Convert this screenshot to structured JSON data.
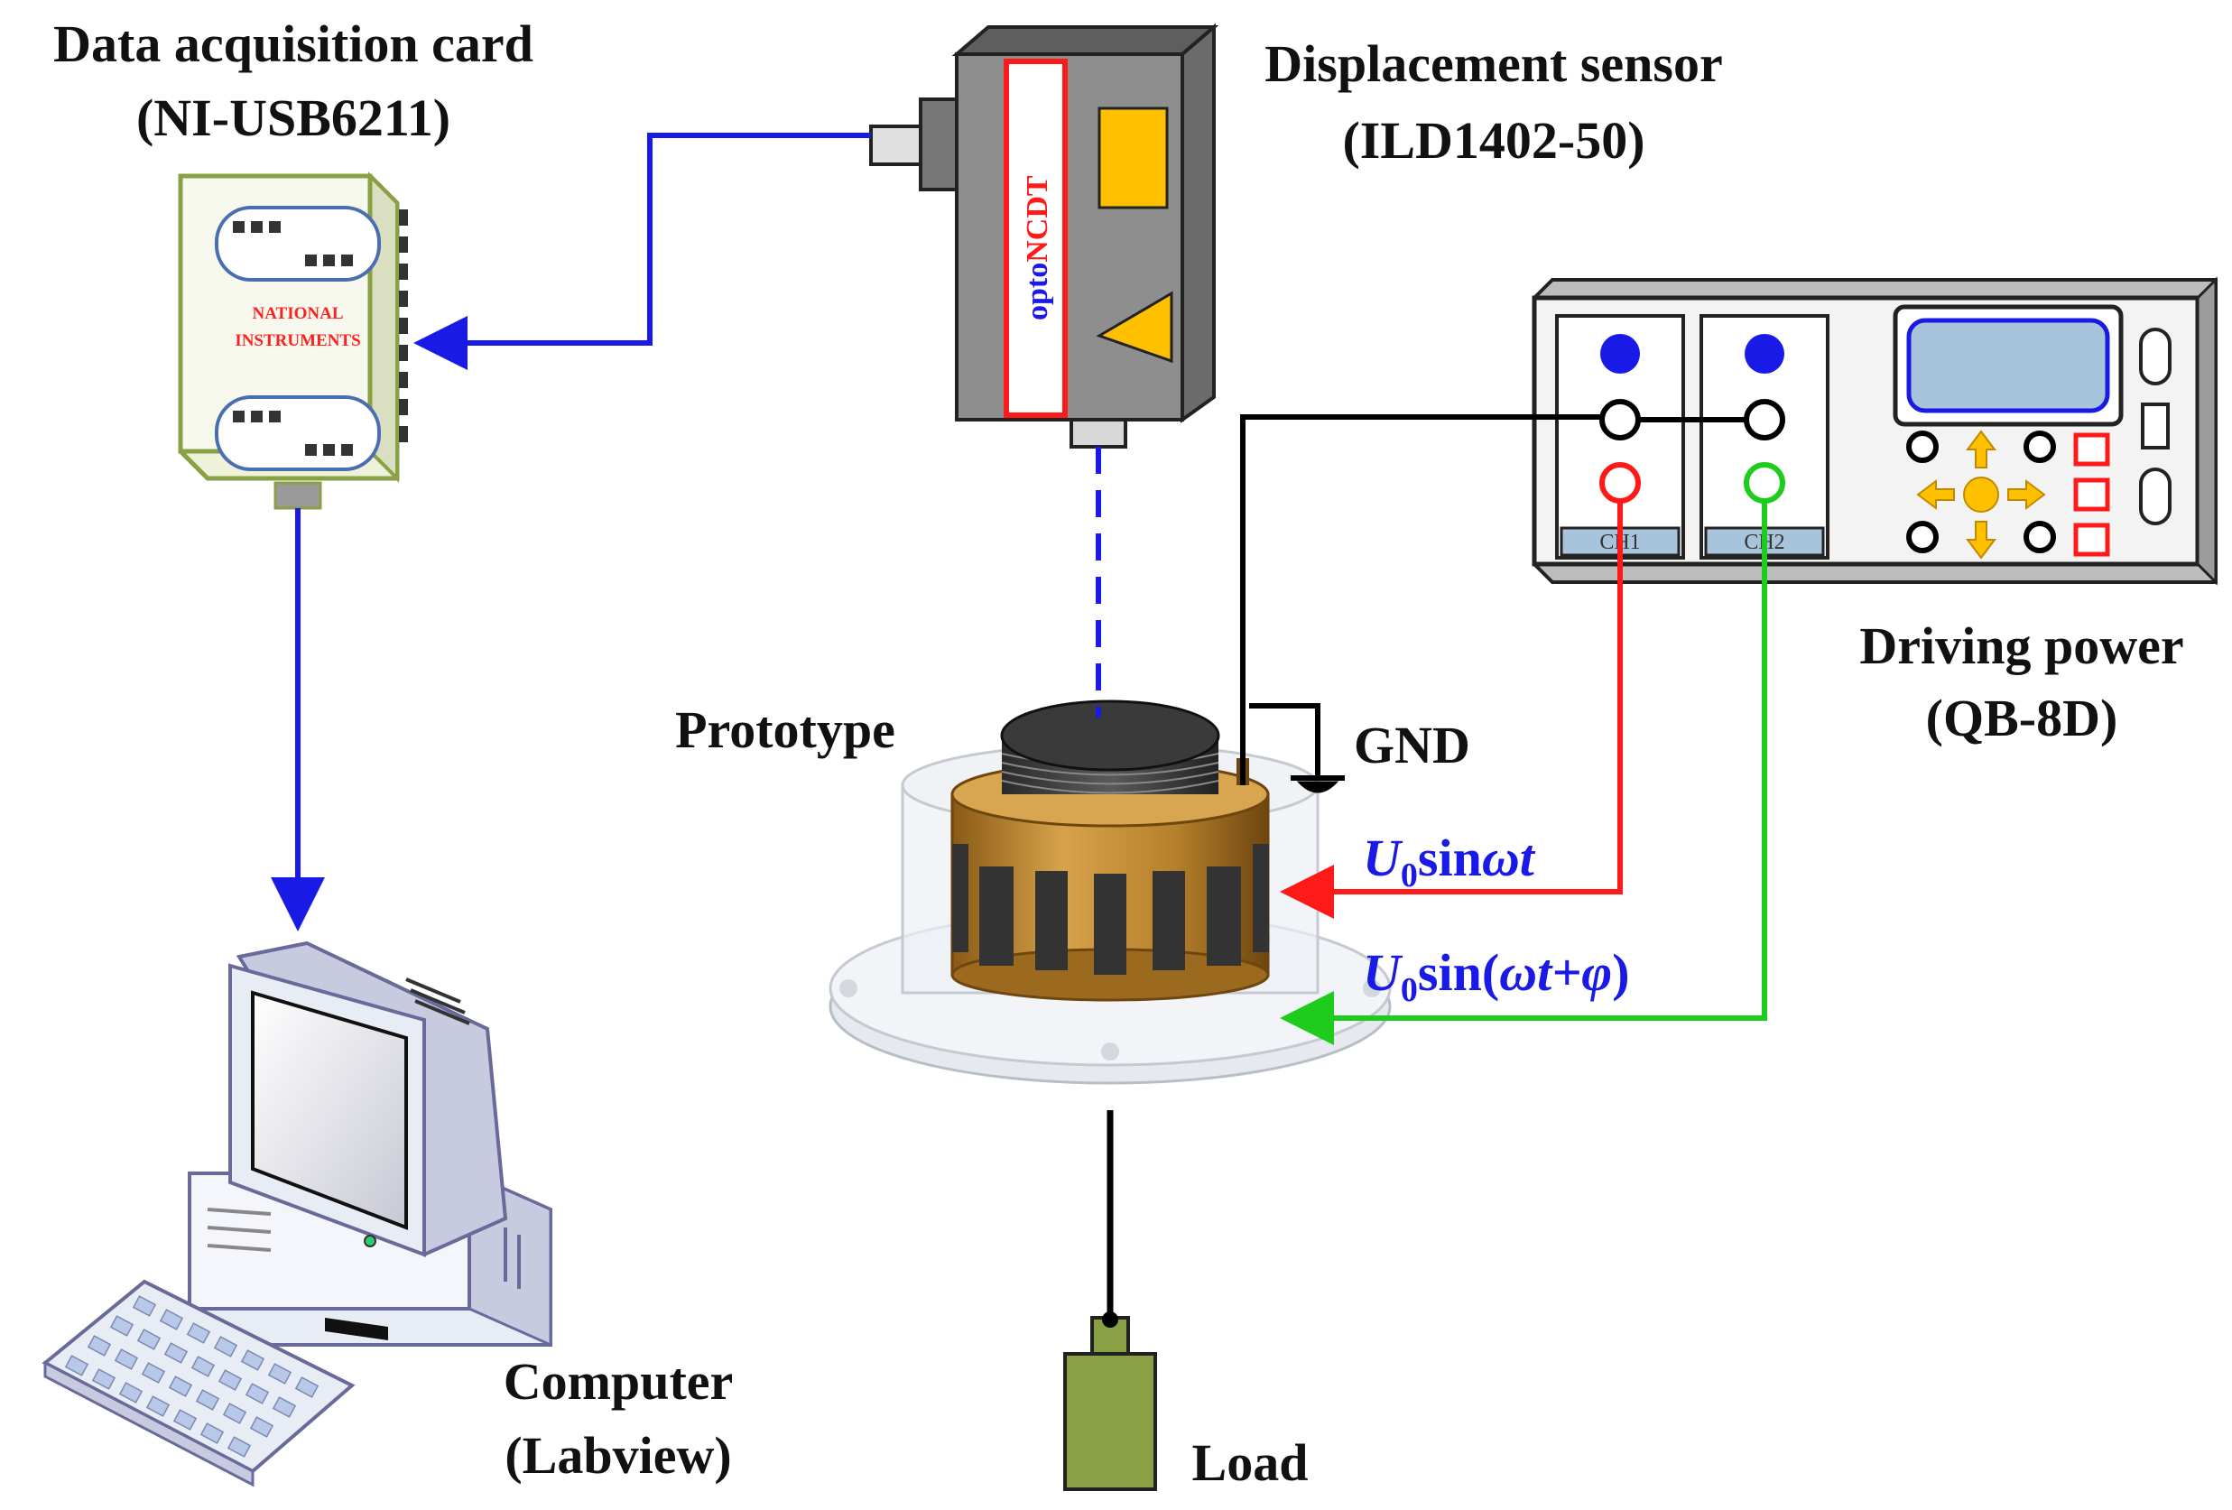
{
  "labels": {
    "daq_title": "Data acquisition card",
    "daq_model": "(NI-USB6211)",
    "sensor_title": "Displacement sensor",
    "sensor_model": "(ILD1402-50)",
    "driver_title": "Driving power",
    "driver_model": "(QB-8D)",
    "prototype": "Prototype",
    "gnd": "GND",
    "computer_title": "Computer",
    "computer_model": "(Labview)",
    "load": "Load"
  },
  "signals": {
    "ch1_prefix": "U",
    "ch1_sub": "0",
    "ch1_main": "sin",
    "ch1_var": "ωt",
    "ch2_prefix": "U",
    "ch2_sub": "0",
    "ch2_main": "sin(",
    "ch2_var": "ωt+φ",
    "ch2_close": ")"
  },
  "daq_logo": {
    "line1": "NATIONAL",
    "line2": "INSTRUMENTS"
  },
  "sensor_logo": {
    "prefix": "opto",
    "suffix": "NCDT"
  },
  "driver_channels": {
    "ch1": "CH1",
    "ch2": "CH2"
  },
  "colors": {
    "data_link": "#1a1ae6",
    "ch1_wire": "#ff1a1a",
    "ch2_wire": "#1ecc1e",
    "ground_wire": "#000000",
    "prototype_body": "#c08a2c",
    "sensor_body": "#8e8e8e",
    "load_body": "#8aa044"
  }
}
